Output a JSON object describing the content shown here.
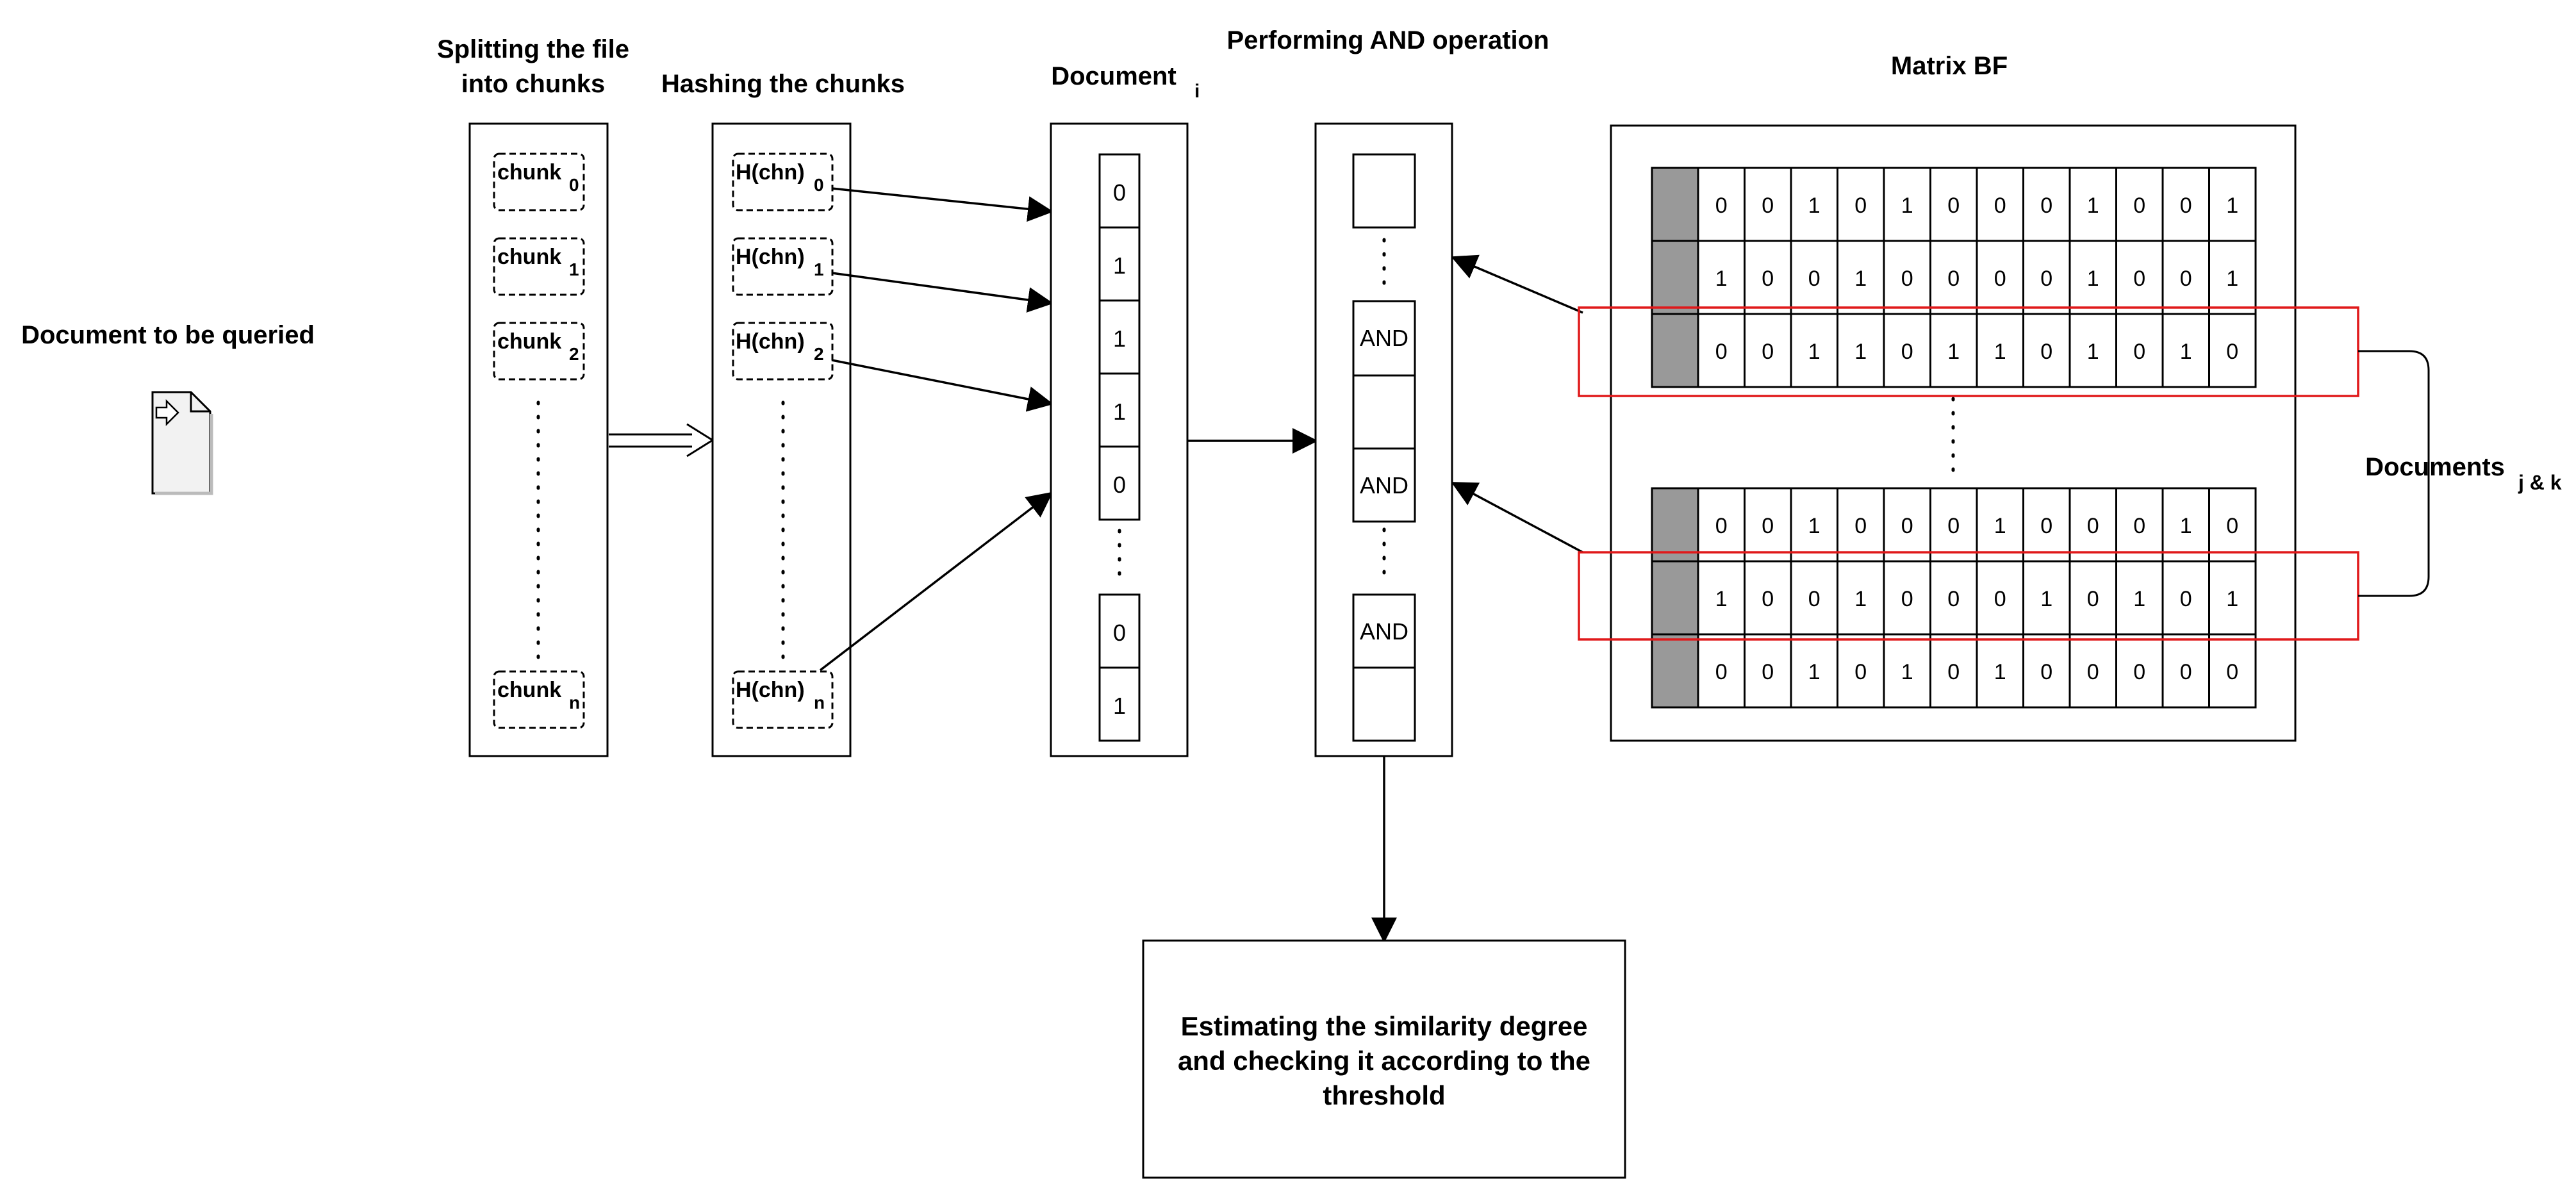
{
  "query_doc": {
    "label": "Document to be queried"
  },
  "split": {
    "title_line1": "Splitting the file",
    "title_line2": "into chunks",
    "chunks": [
      {
        "base": "chunk",
        "sub": "0"
      },
      {
        "base": "chunk",
        "sub": "1"
      },
      {
        "base": "chunk",
        "sub": "2"
      },
      {
        "base": "chunk",
        "sub": "n"
      }
    ]
  },
  "hash": {
    "title": "Hashing the chunks",
    "hashes": [
      {
        "base": "H(chn)",
        "sub": "0"
      },
      {
        "base": "H(chn)",
        "sub": "1"
      },
      {
        "base": "H(chn)",
        "sub": "2"
      },
      {
        "base": "H(chn)",
        "sub": "n"
      }
    ]
  },
  "document": {
    "title": "Document",
    "sub": "i",
    "bits_top": [
      "0",
      "1",
      "1",
      "1",
      "0"
    ],
    "bits_bottom": [
      "0",
      "1"
    ]
  },
  "and_op": {
    "title": "Performing AND operation",
    "cells": [
      "",
      "AND",
      "",
      "AND",
      "AND",
      ""
    ]
  },
  "matrix": {
    "title": "Matrix BF",
    "top_rows": [
      [
        "0",
        "0",
        "1",
        "0",
        "1",
        "0",
        "0",
        "0",
        "1",
        "0",
        "0",
        "1"
      ],
      [
        "1",
        "0",
        "0",
        "1",
        "0",
        "0",
        "0",
        "0",
        "1",
        "0",
        "0",
        "1"
      ],
      [
        "0",
        "0",
        "1",
        "1",
        "0",
        "1",
        "1",
        "0",
        "1",
        "0",
        "1",
        "0"
      ]
    ],
    "bottom_rows": [
      [
        "0",
        "0",
        "1",
        "0",
        "0",
        "0",
        "1",
        "0",
        "0",
        "0",
        "1",
        "0"
      ],
      [
        "1",
        "0",
        "0",
        "1",
        "0",
        "0",
        "0",
        "1",
        "0",
        "1",
        "0",
        "1"
      ],
      [
        "0",
        "0",
        "1",
        "0",
        "1",
        "0",
        "1",
        "0",
        "0",
        "0",
        "0",
        "0"
      ]
    ]
  },
  "documents_jk": {
    "label": "Documents",
    "sub": "j & k"
  },
  "result": {
    "lines": [
      "Estimating the similarity degree",
      "and checking it according to the",
      "threshold"
    ]
  },
  "colors": {
    "highlight": "#e0191a",
    "grey_cell": "#999999",
    "stroke": "#000000"
  }
}
